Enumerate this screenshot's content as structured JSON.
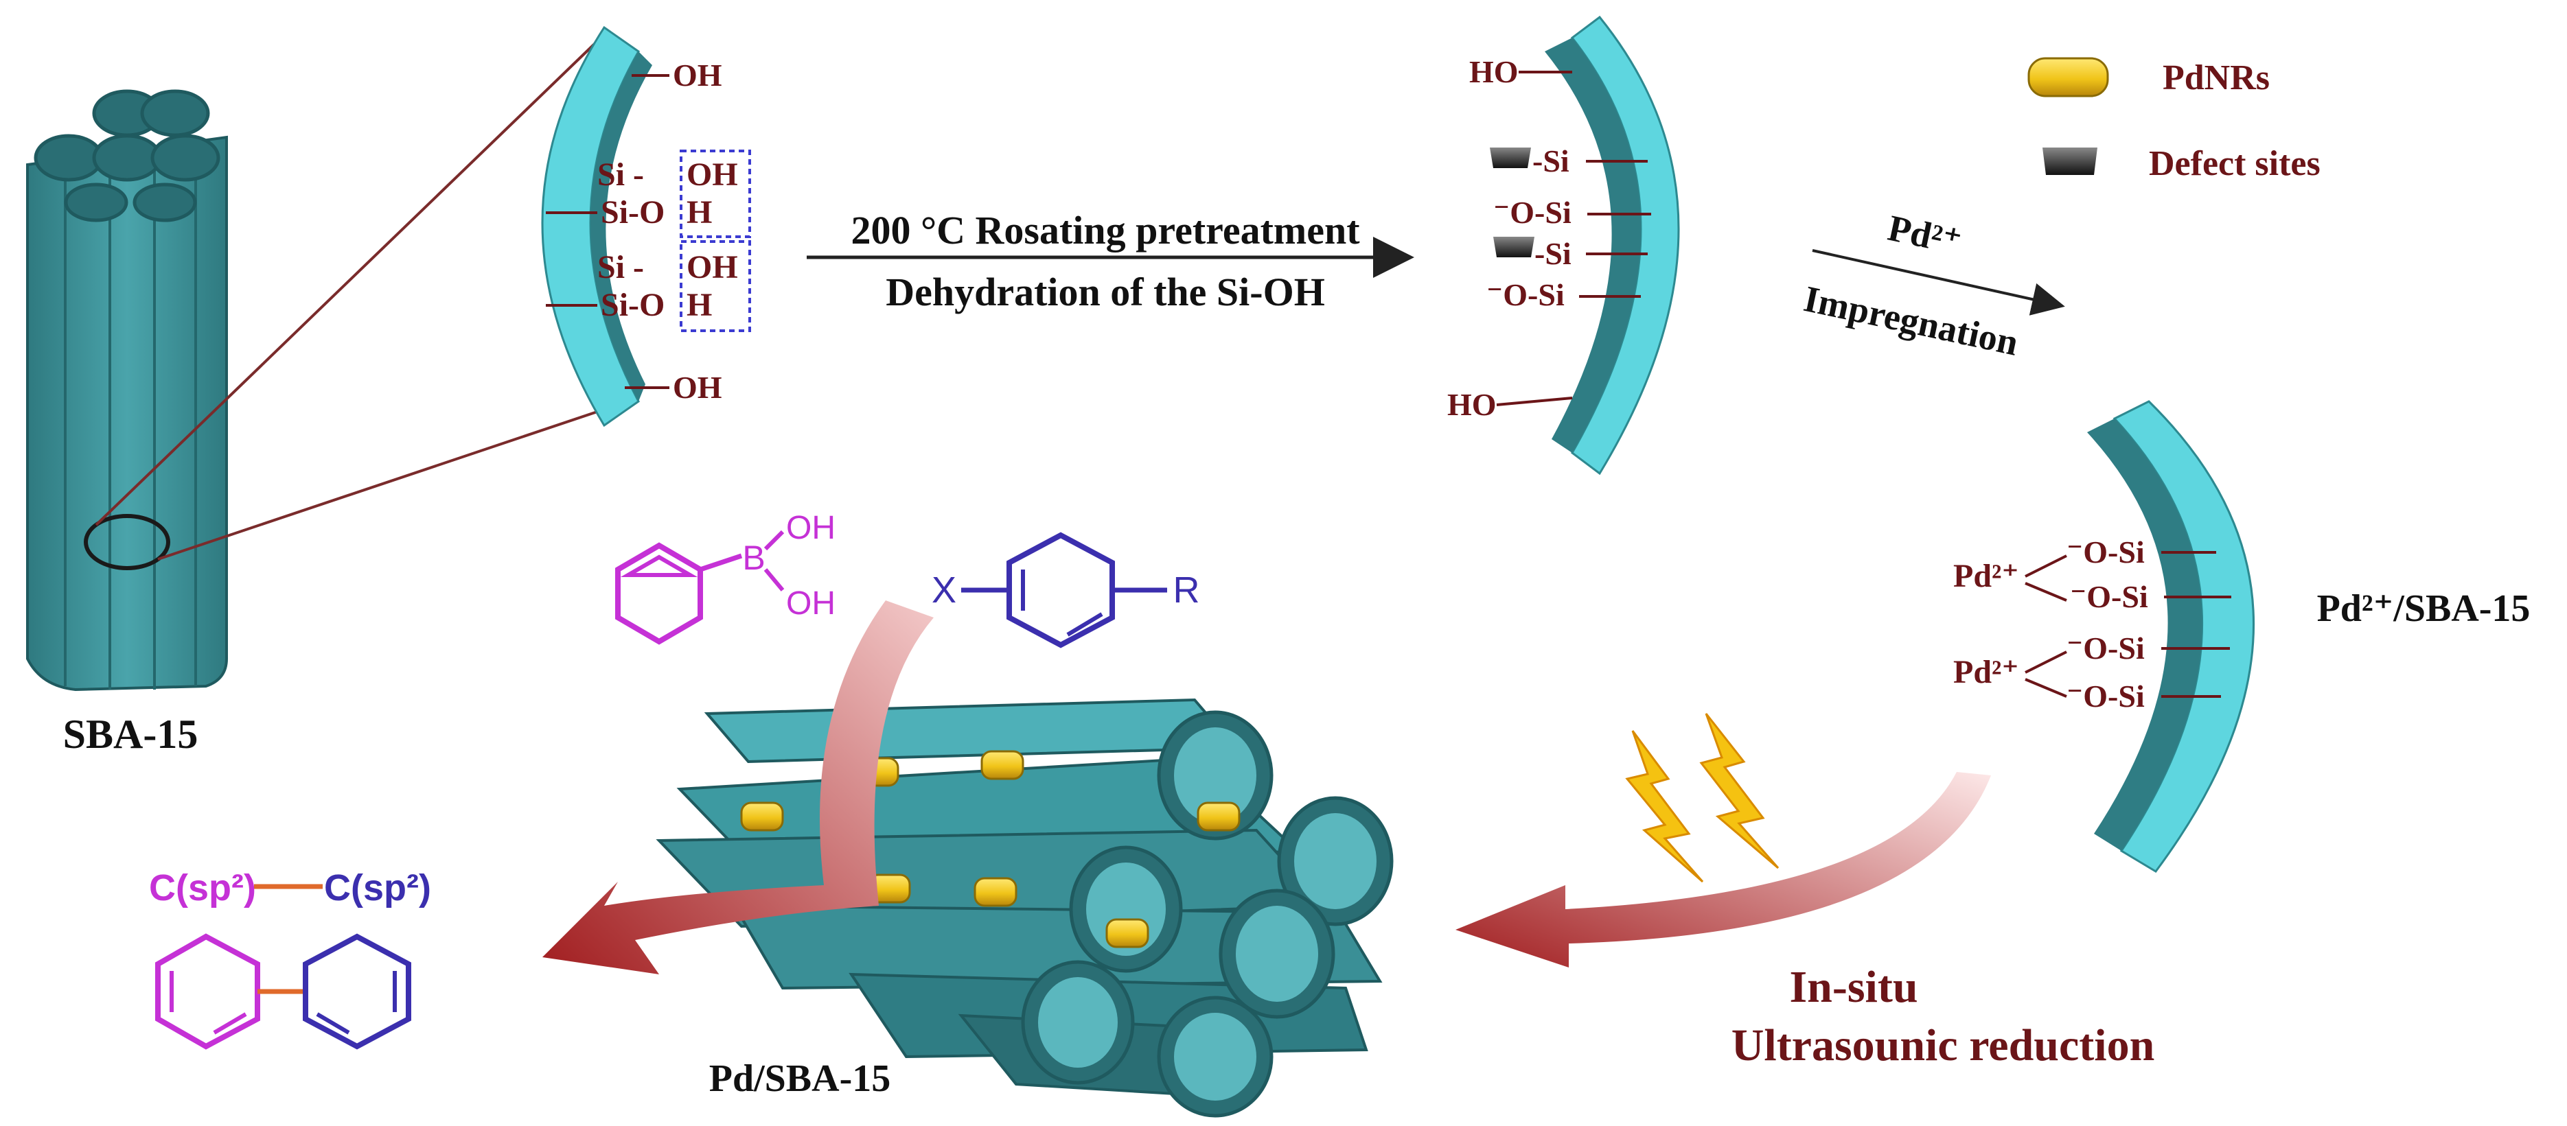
{
  "legend": {
    "pdnrs": "PdNRs",
    "defect_sites": "Defect sites"
  },
  "labels": {
    "sba15": "SBA-15",
    "pd_sba15": "Pd/SBA-15",
    "pd2_sba15": "Pd²⁺/SBA-15"
  },
  "steps": {
    "step1_line1": "200 °C Rosating pretreatment",
    "step1_line2": "Dehydration of the Si-OH",
    "step2_ion": "Pd²⁺",
    "step2_label": "Impregnation",
    "step3_line1": "In-situ",
    "step3_line2": "Ultrasounic reduction"
  },
  "wall1": {
    "top_oh": "OH",
    "si_dash_1": "Si -",
    "oh_box_1": "OH",
    "sio_1": "Si-O",
    "h_box_1": "H",
    "si_dash_2": "Si -",
    "oh_box_2": "OH",
    "sio_2": "Si-O",
    "h_box_2": "H",
    "bottom_oh": "OH"
  },
  "wall2": {
    "top_ho": "HO",
    "si_1": "-Si",
    "osi_1": "⁻O-Si",
    "si_2": "-Si",
    "osi_2": "⁻O-Si",
    "bottom_ho": "HO"
  },
  "wall3": {
    "pd_1": "Pd²⁺",
    "pd_2": "Pd²⁺",
    "osi_1": "⁻O-Si",
    "osi_2": "⁻O-Si",
    "osi_3": "⁻O-Si",
    "osi_4": "⁻O-Si"
  },
  "reaction": {
    "boronic_b": "B",
    "boronic_oh1": "OH",
    "boronic_oh2": "OH",
    "halide_x": "X",
    "halide_r": "R",
    "product_left": "C(sp²)",
    "product_right": "C(sp²)"
  },
  "colors": {
    "silica_teal": "#3d8f96",
    "silica_inner": "#6cc7cf",
    "silica_rim": "#5ed6df",
    "label_dark_red": "#6b1518",
    "arrow_red": "#a11d1f",
    "pd_gold": "#f0c419",
    "magenta": "#c531d6",
    "blue": "#3b2fae"
  }
}
